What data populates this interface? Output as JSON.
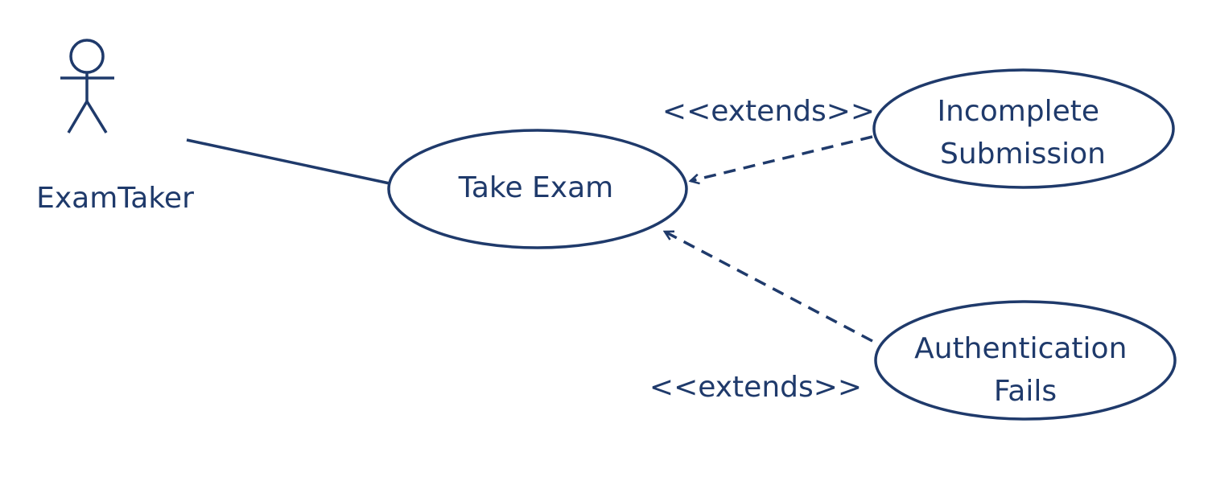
{
  "actor": {
    "name": "ExamTaker"
  },
  "use_cases": {
    "main": {
      "label": "Take Exam"
    },
    "incomplete": {
      "label_lines": [
        "Incomplete",
        "Submission"
      ]
    },
    "auth_fail": {
      "label_lines": [
        "Authentication",
        "Fails"
      ]
    }
  },
  "relations": {
    "extend_top": {
      "stereotype": "<<extends>>"
    },
    "extend_bottom": {
      "stereotype": "<<extends>>"
    }
  },
  "colors": {
    "ink": "#1f3a6b"
  }
}
